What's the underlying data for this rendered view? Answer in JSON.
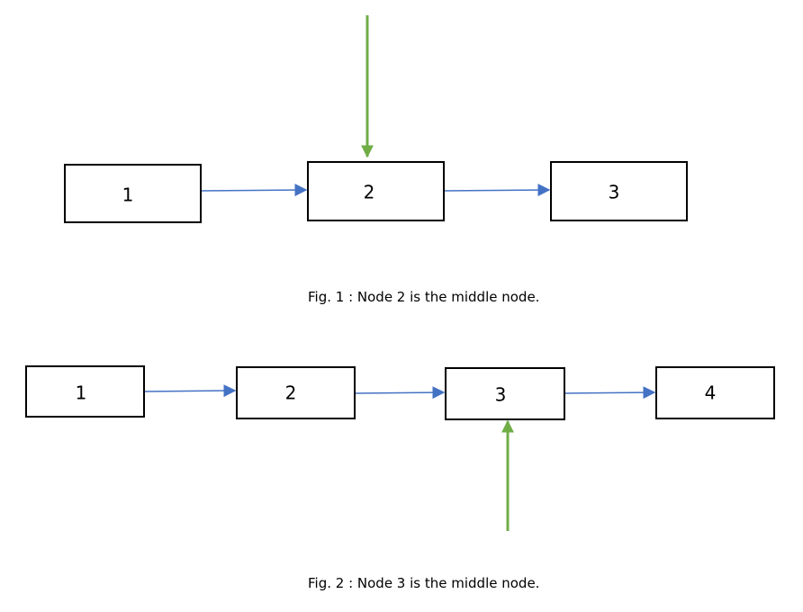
{
  "colors": {
    "link_arrow": "#4472c4",
    "middle_pointer": "#70ad47",
    "node_border": "#000000"
  },
  "figures": [
    {
      "nodes": [
        "1",
        "2",
        "3"
      ],
      "middle_index": 1,
      "pointer_direction": "down",
      "caption": "Fig. 1 : Node 2 is the middle node."
    },
    {
      "nodes": [
        "1",
        "2",
        "3",
        "4"
      ],
      "middle_index": 2,
      "pointer_direction": "up",
      "caption": "Fig. 2 : Node 3 is the middle node."
    }
  ]
}
